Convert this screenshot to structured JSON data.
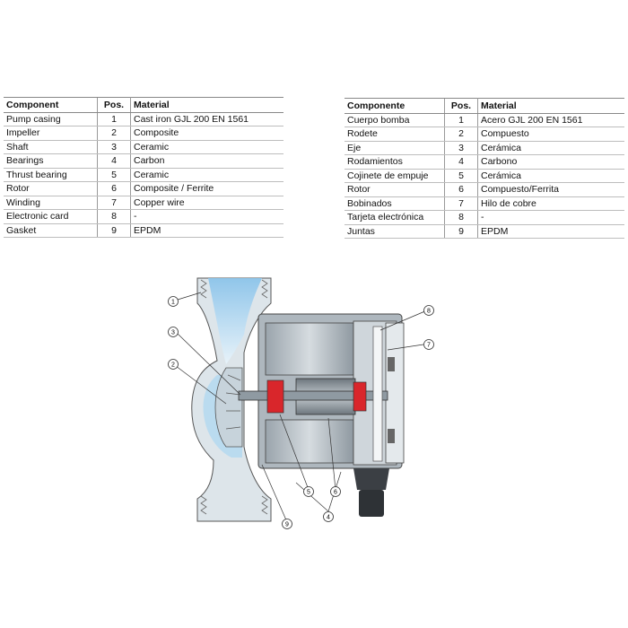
{
  "english_table": {
    "headers": [
      "Component",
      "Pos.",
      "Material"
    ],
    "rows": [
      [
        "Pump casing",
        "1",
        "Cast iron GJL 200 EN 1561"
      ],
      [
        "Impeller",
        "2",
        "Composite"
      ],
      [
        "Shaft",
        "3",
        "Ceramic"
      ],
      [
        "Bearings",
        "4",
        "Carbon"
      ],
      [
        "Thrust bearing",
        "5",
        "Ceramic"
      ],
      [
        "Rotor",
        "6",
        "Composite / Ferrite"
      ],
      [
        "Winding",
        "7",
        "Copper wire"
      ],
      [
        "Electronic card",
        "8",
        "-"
      ],
      [
        "Gasket",
        "9",
        "EPDM"
      ]
    ]
  },
  "spanish_table": {
    "headers": [
      "Componente",
      "Pos.",
      "Material"
    ],
    "rows": [
      [
        "Cuerpo bomba",
        "1",
        "Acero GJL 200 EN 1561"
      ],
      [
        "Rodete",
        "2",
        "Compuesto"
      ],
      [
        "Eje",
        "3",
        "Cerámica"
      ],
      [
        "Rodamientos",
        "4",
        "Carbono"
      ],
      [
        "Cojinete de empuje",
        "5",
        "Cerámica"
      ],
      [
        "Rotor",
        "6",
        "Compuesto/Ferrita"
      ],
      [
        "Bobinados",
        "7",
        "Hilo de cobre"
      ],
      [
        "Tarjeta electrónica",
        "8",
        "-"
      ],
      [
        "Juntas",
        "9",
        "EPDM"
      ]
    ]
  },
  "diagram": {
    "callouts": [
      "1",
      "2",
      "3",
      "4",
      "5",
      "6",
      "7",
      "8",
      "9"
    ],
    "colors": {
      "water": "#a9d3ee",
      "casing": "#dde5ea",
      "motor": "#b8c1c8",
      "red_part": "#d9262b",
      "dark": "#3b3f44"
    }
  }
}
